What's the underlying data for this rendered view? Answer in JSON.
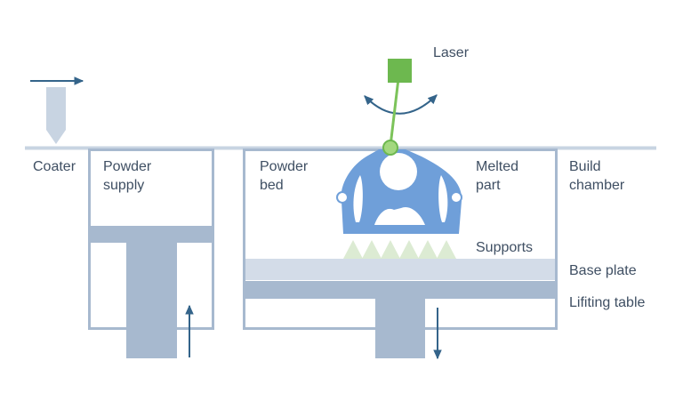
{
  "labels": {
    "laser": "Laser",
    "coater": "Coater",
    "powder_supply_l1": "Powder",
    "powder_supply_l2": "supply",
    "powder_bed_l1": "Powder",
    "powder_bed_l2": "bed",
    "melted_part_l1": "Melted",
    "melted_part_l2": "part",
    "build_chamber_l1": "Build",
    "build_chamber_l2": "chamber",
    "supports": "Supports",
    "base_plate": "Base plate",
    "lifting_table": "Lifiting table"
  },
  "colors": {
    "outline": "#a7b9cf",
    "fill": "#a7b9cf",
    "base_plate": "#d3dce8",
    "ground_line": "#c8d4e2",
    "coater": "#c8d4e2",
    "arrow": "#34648a",
    "laser_head": "#6db84f",
    "laser_beam": "#7cc35a",
    "laser_point": "#a3d87f",
    "part": "#6f9fd9",
    "supports": "#dcebd3",
    "text": "#3f4f63"
  }
}
